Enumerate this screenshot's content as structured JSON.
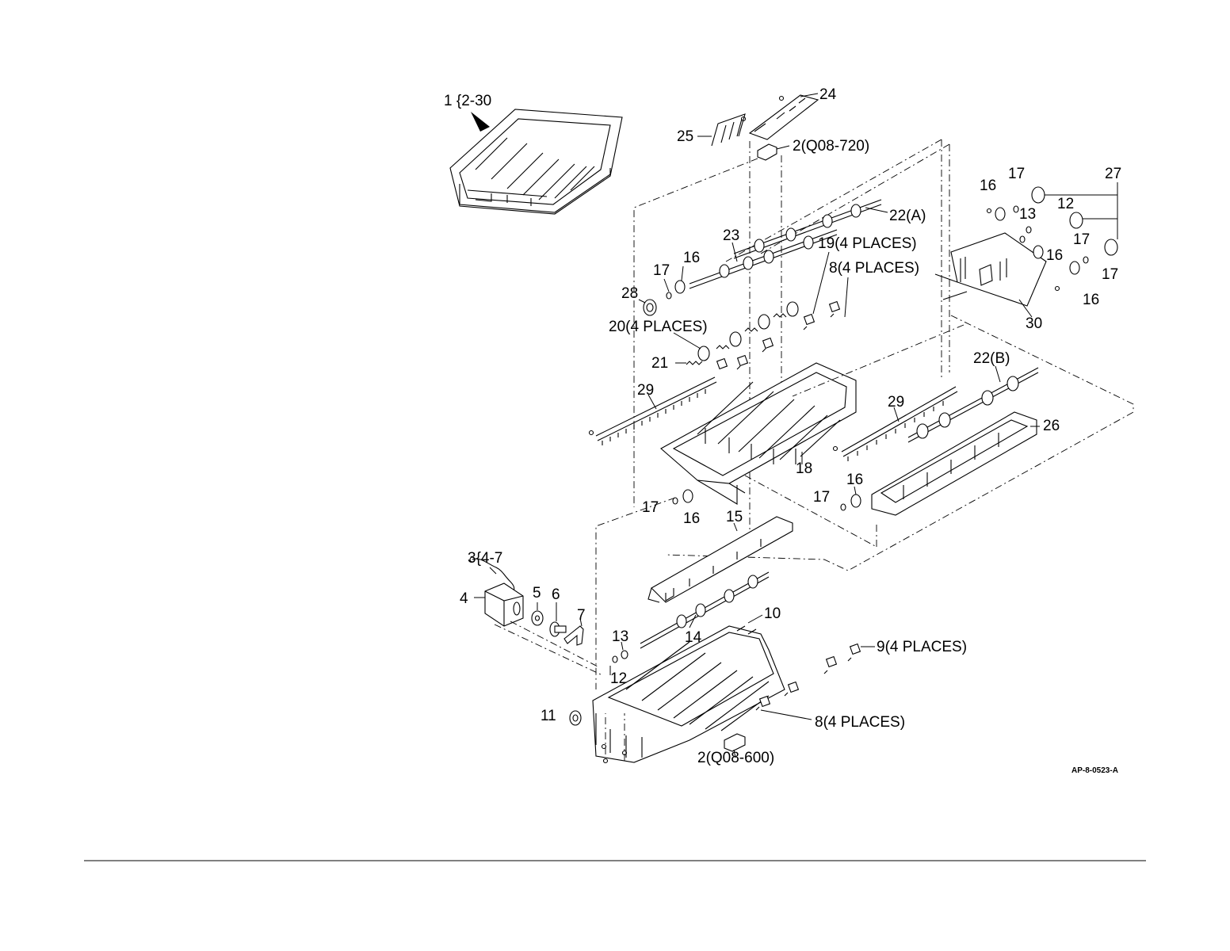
{
  "labels": {
    "l1": "1 {2-30",
    "l24": "24",
    "l25": "25",
    "l2a": "2(Q08-720)",
    "l22a": "22(A)",
    "l23": "23",
    "l19": "19(4 PLACES)",
    "l8a": "8(4 PLACES)",
    "l17a": "17",
    "l16a": "16",
    "l28": "28",
    "l20": "20(4 PLACES)",
    "l21": "21",
    "l29a": "29",
    "l18": "18",
    "l29b": "29",
    "l22b": "22(B)",
    "l26": "26",
    "l16b": "16",
    "l17b": "17",
    "l17c": "17",
    "l16c": "16",
    "l15": "15",
    "l3": "3{4-7",
    "l4": "4",
    "l5": "5",
    "l6": "6",
    "l7": "7",
    "l13a": "13",
    "l14": "14",
    "l10": "10",
    "l12a": "12",
    "l11": "11",
    "l9": "9(4 PLACES)",
    "l8b": "8(4 PLACES)",
    "l2b": "2(Q08-600)",
    "l16d": "16",
    "l17d": "17",
    "l27": "27",
    "l12b": "12",
    "l13b": "13",
    "l17e": "17",
    "l16e": "16",
    "l17f": "17",
    "l16f": "16",
    "l30": "30"
  },
  "figure_code": "AP-8-0523-A"
}
